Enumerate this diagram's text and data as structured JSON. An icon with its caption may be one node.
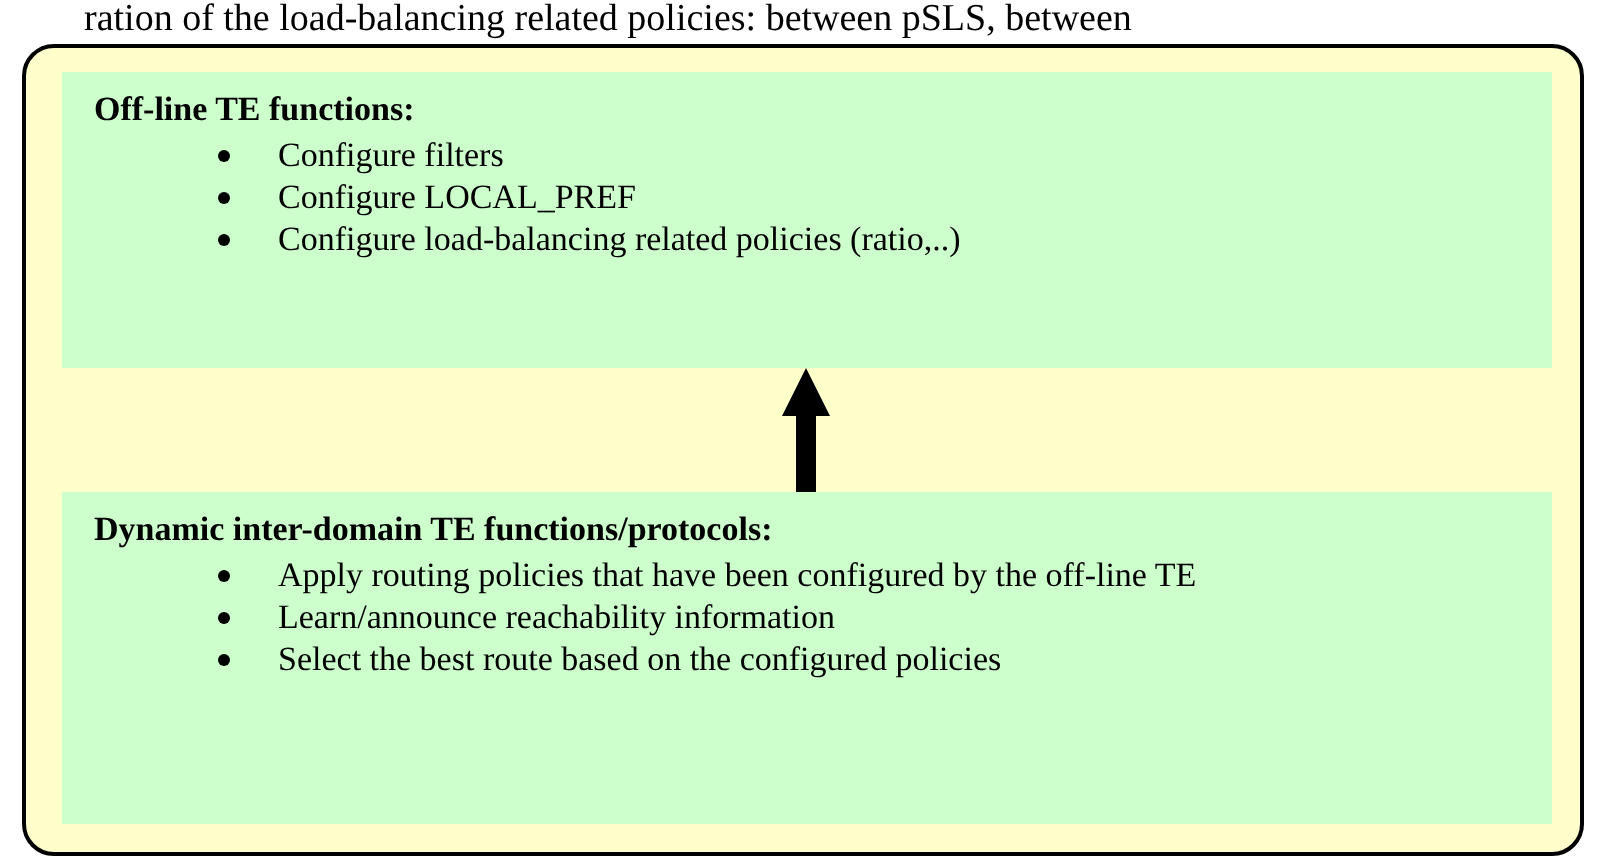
{
  "diagram": {
    "nodes": [
      {
        "text": [],
        "shape": "box"
      },
      {
        "text": [
          "Off-line TE functions:",
          "Configure filters",
          "Configure LOCAL_PREF",
          "Configure load-balancing related policies (ratio,..)"
        ],
        "in": 0
      },
      {
        "text": [
          "Dynamic inter-domain TE functions/protocols:",
          "Apply routing policies that have been configured by the off-line TE",
          "Learn/announce reachability information",
          "Select the best route based on the configured policies"
        ],
        "in": 0
      }
    ],
    "edges": [
      {
        "from": 2,
        "to": 1,
        "arrow": "to"
      }
    ],
    "labels": [
      "ration of the load-balancing related policies: between pSLS, between"
    ]
  }
}
